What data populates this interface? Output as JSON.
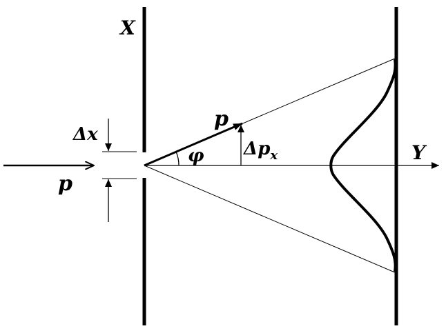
{
  "labels": {
    "screen_first": "X",
    "screen_second": "Y",
    "incident_momentum": "p",
    "deflected_momentum": "p",
    "slit_width_delta": "Δ",
    "slit_width_var": "x",
    "angle": "φ",
    "momentum_change_delta": "Δ",
    "momentum_change_var": "p",
    "momentum_change_sub": "x"
  },
  "colors": {
    "ink": "#000000",
    "background": "#ffffff"
  }
}
